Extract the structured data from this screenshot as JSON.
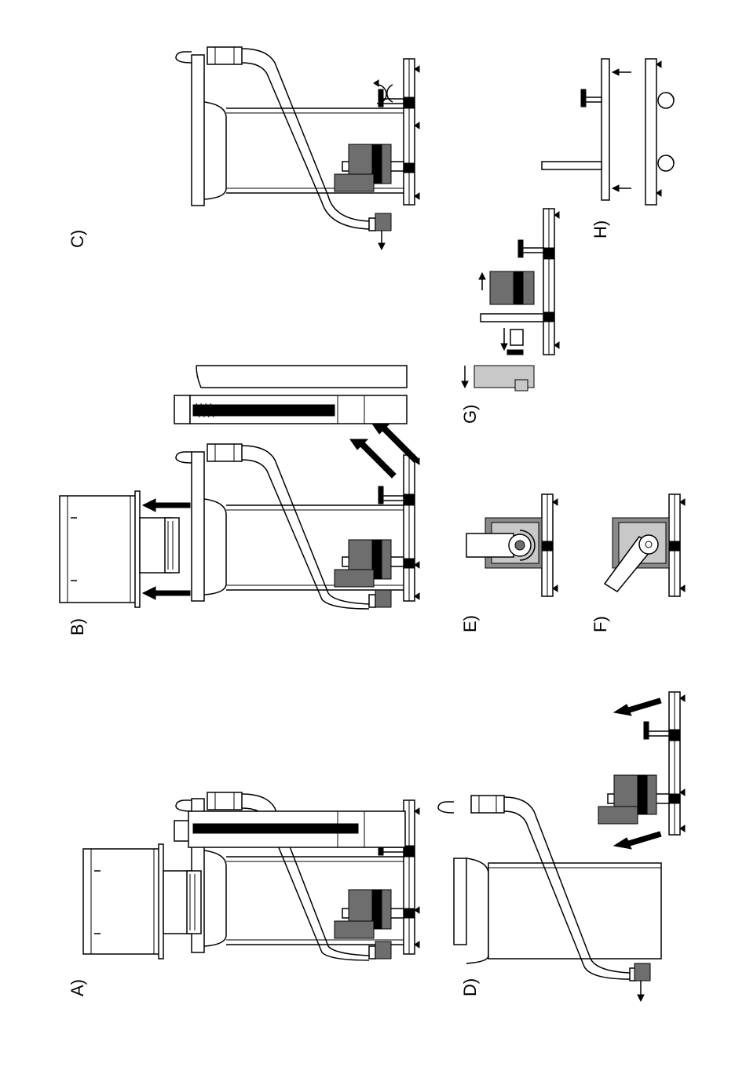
{
  "panel_labels": {
    "a": "A)",
    "b": "B)",
    "c": "C)",
    "d": "D)",
    "e": "E)",
    "f": "F)",
    "g": "G)",
    "h": "H)"
  }
}
